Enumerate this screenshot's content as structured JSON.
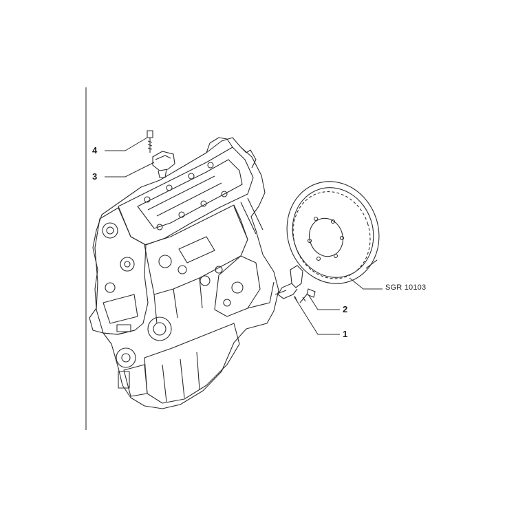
{
  "diagram": {
    "callouts": [
      {
        "id": "4",
        "label": "4",
        "part": "bolt"
      },
      {
        "id": "3",
        "label": "3",
        "part": "sensor"
      },
      {
        "id": "2",
        "label": "2",
        "part": "bolt"
      },
      {
        "id": "1",
        "label": "1",
        "part": "sensor"
      }
    ],
    "reference_code": "SGR 10103",
    "line_color": "#2b2b2b"
  }
}
